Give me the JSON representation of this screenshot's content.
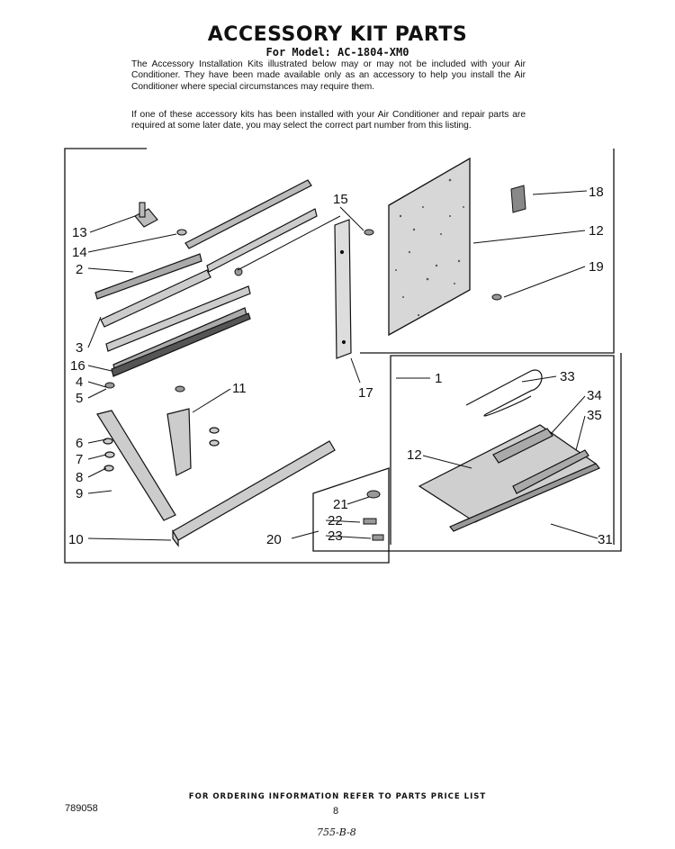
{
  "header": {
    "title": "ACCESSORY KIT PARTS",
    "model": "For Model: AC-1804-XM0"
  },
  "intro": {
    "p1": "The Accessory Installation Kits illustrated below may or may not be included with your Air Conditioner. They have been made available only as an accessory to help you install the Air Conditioner where special circumstances may require them.",
    "p2": "If one of these accessory kits has been installed with your Air Conditioner and repair parts are required at some later date, you may select the correct part number from this listing."
  },
  "callouts": {
    "c1": "1",
    "c2": "2",
    "c3": "3",
    "c4": "4",
    "c5": "5",
    "c6": "6",
    "c7": "7",
    "c8": "8",
    "c9": "9",
    "c10": "10",
    "c11": "11",
    "c12": "12",
    "c12b": "12",
    "c13": "13",
    "c14": "14",
    "c15": "15",
    "c16": "16",
    "c17": "17",
    "c18": "18",
    "c19": "19",
    "c20": "20",
    "c21": "21",
    "c22": "22",
    "c23": "23",
    "c31": "31",
    "c33": "33",
    "c34": "34",
    "c35": "35"
  },
  "footer": {
    "ordering": "FOR ORDERING INFORMATION REFER TO PARTS PRICE LIST",
    "part_number": "789058",
    "page": "8",
    "handwritten": "755-B-8"
  }
}
